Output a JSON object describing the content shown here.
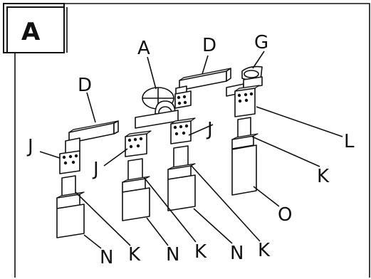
{
  "panel_label": "A",
  "labels": {
    "a_top": "A",
    "d_center": "D",
    "d_left": "D",
    "g": "G",
    "j_left": "J",
    "j_mid_left": "J",
    "j_mid_right": "J",
    "l": "L",
    "k_right": "K",
    "o": "O",
    "n1": "N",
    "k1": "K",
    "n2": "N",
    "k2": "K",
    "n3": "N",
    "k3": "K"
  },
  "colors": {
    "ink": "#111111",
    "background": "#ffffff",
    "shade": "#d9d9d9"
  }
}
